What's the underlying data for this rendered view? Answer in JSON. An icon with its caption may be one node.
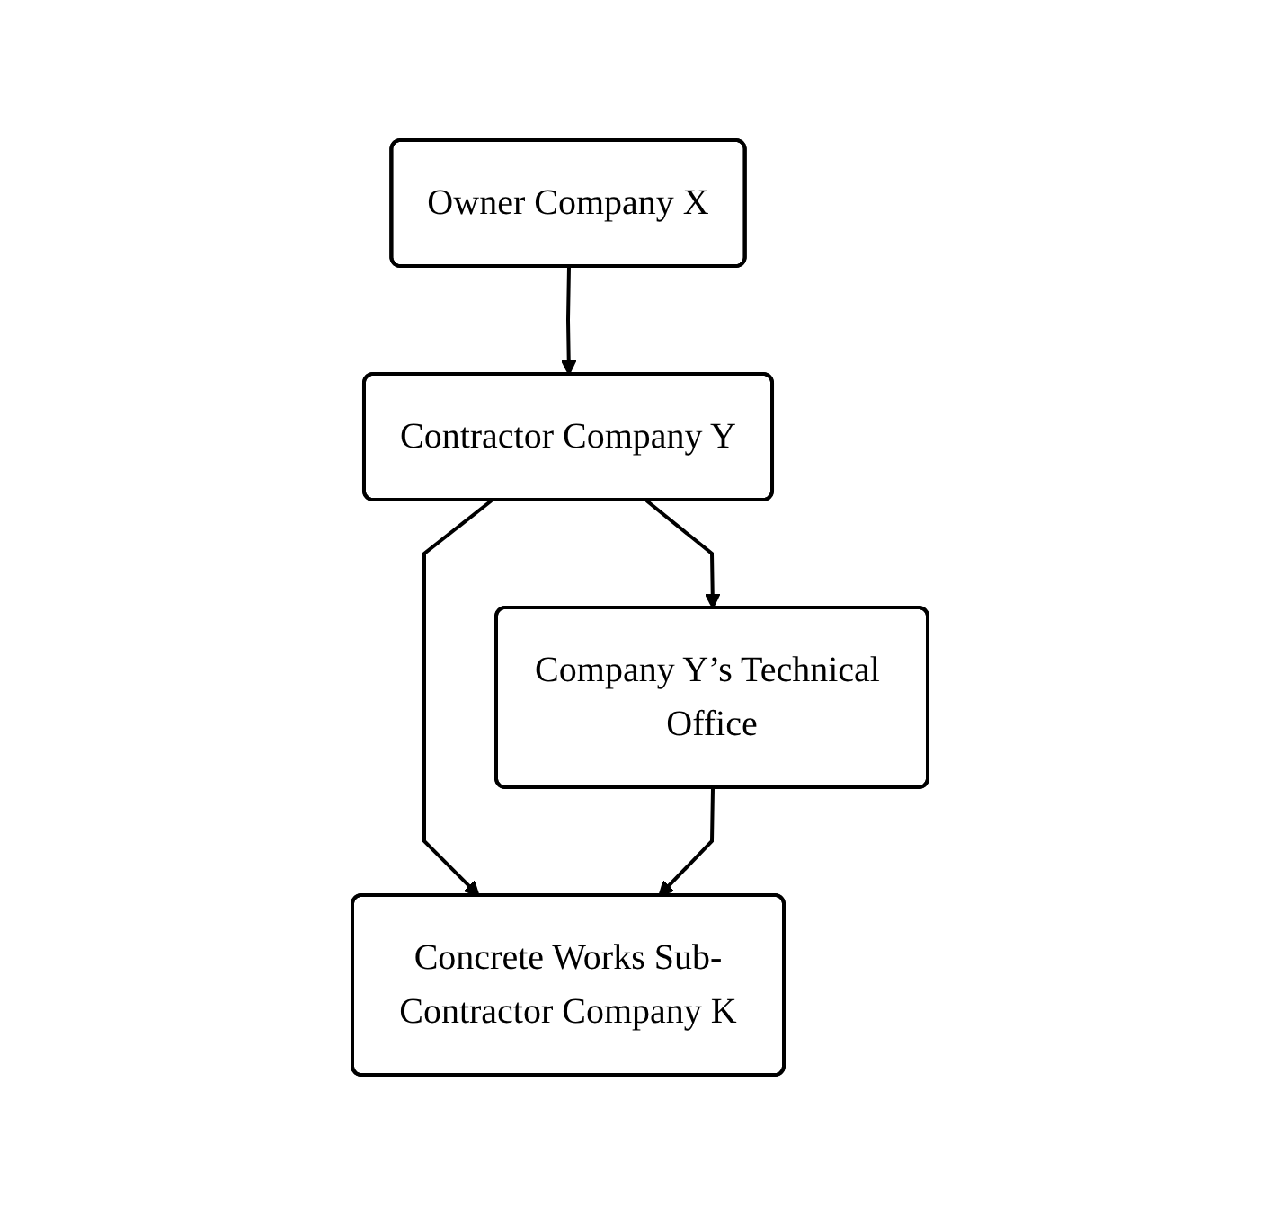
{
  "diagram": {
    "nodes": [
      {
        "text": [
          "Owner Company X"
        ]
      },
      {
        "text": [
          "Contractor Company Y"
        ]
      },
      {
        "text": [
          "Company Y’s Technical Office"
        ]
      },
      {
        "text": [
          "Concrete Works Sub-Contractor Company K"
        ]
      }
    ],
    "edges": [
      {
        "from": 0,
        "to": 1,
        "arrow": "to"
      },
      {
        "from": 1,
        "to": 2,
        "arrow": "to"
      },
      {
        "from": 1,
        "to": 3,
        "arrow": "to"
      },
      {
        "from": 2,
        "to": 3,
        "arrow": "to"
      }
    ]
  }
}
